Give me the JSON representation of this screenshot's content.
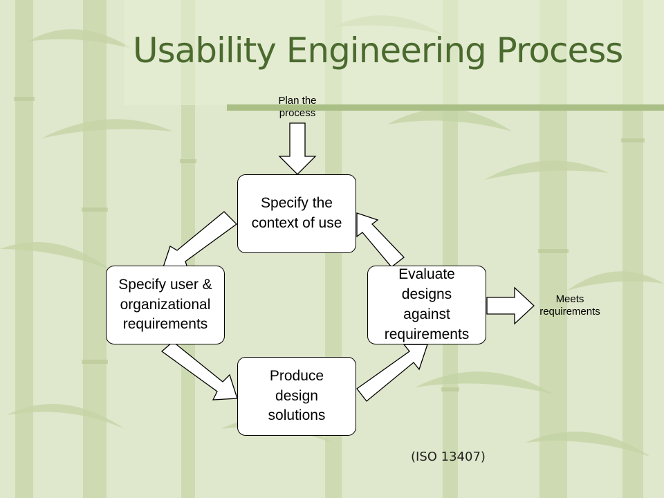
{
  "slide": {
    "title": "Usability Engineering Process",
    "footnote": "(ISO 13407)"
  },
  "diagram": {
    "input_label": "Plan the\nprocess",
    "output_label": "Meets\nrequirements",
    "nodes": {
      "context": "Specify the\ncontext of use",
      "requirements": "Specify user &\norganizational\nrequirements",
      "produce": "Produce\ndesign\nsolutions",
      "evaluate": "Evaluate\ndesigns\nagainst\nrequirements"
    }
  },
  "colors": {
    "background": "#dfe7cc",
    "title": "#4a6a2e",
    "accent_rule": "#a9bf86"
  }
}
